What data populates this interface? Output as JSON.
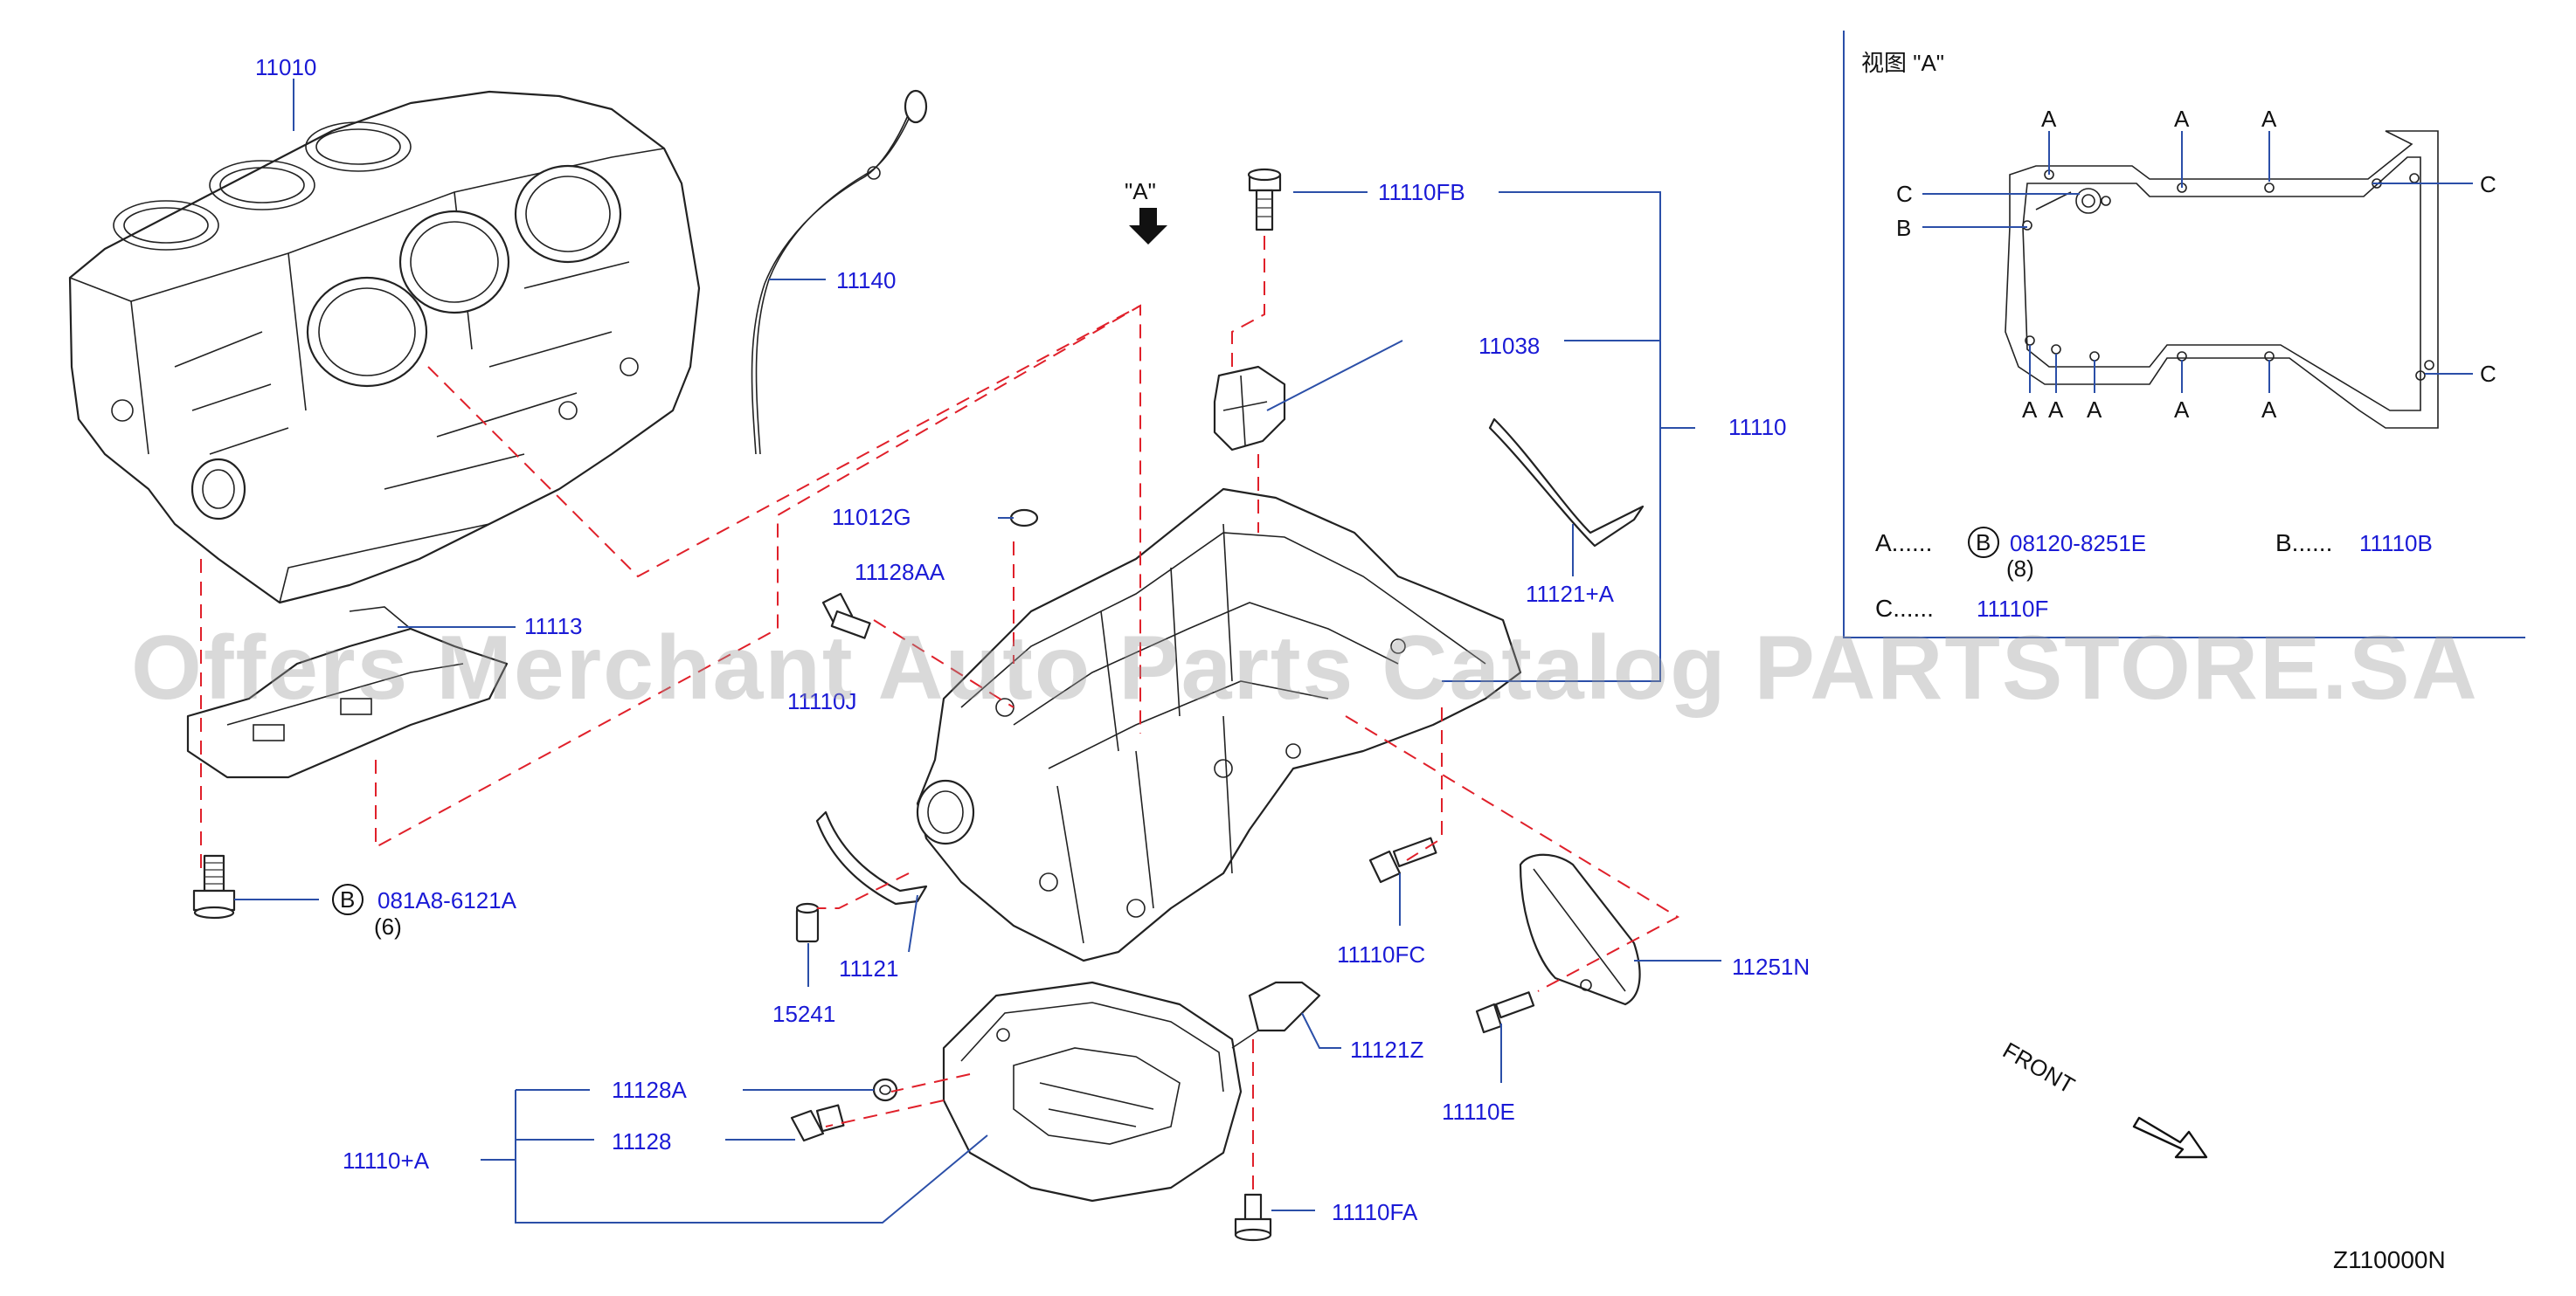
{
  "parts": {
    "p11010": "11010",
    "p11140": "11140",
    "p11113": "11113",
    "p11012G": "11012G",
    "p11128AA": "11128AA",
    "p11110J": "11110J",
    "p11110FB": "11110FB",
    "p11038": "11038",
    "p11110": "11110",
    "p11121A": "11121+A",
    "p11121": "11121",
    "p15241": "15241",
    "p11110FC": "11110FC",
    "p11251N": "11251N",
    "p11121Z": "11121Z",
    "p11128A": "11128A",
    "p11128": "11128",
    "p11110A": "11110+A",
    "p11110E": "11110E",
    "p11110FA": "11110FA",
    "bolt_b": "081A8-6121A",
    "bolt_b_qty": "(6)"
  },
  "view_label": "\"A\"",
  "view_a": {
    "title": "视图 \"A\"",
    "marker_a": "A",
    "marker_b": "B",
    "marker_c": "C",
    "legend_a_prefix": "A......",
    "legend_a_part": "08120-8251E",
    "legend_a_qty": "(8)",
    "legend_b_prefix": "B......",
    "legend_b_part": "11110B",
    "legend_c_prefix": "C......",
    "legend_c_part": "11110F"
  },
  "circle_b": "B",
  "front_label": "FRONT",
  "diagram_code": "Z110000N",
  "watermark": "Offers Merchant Auto Parts Catalog PARTSTORE.SA"
}
